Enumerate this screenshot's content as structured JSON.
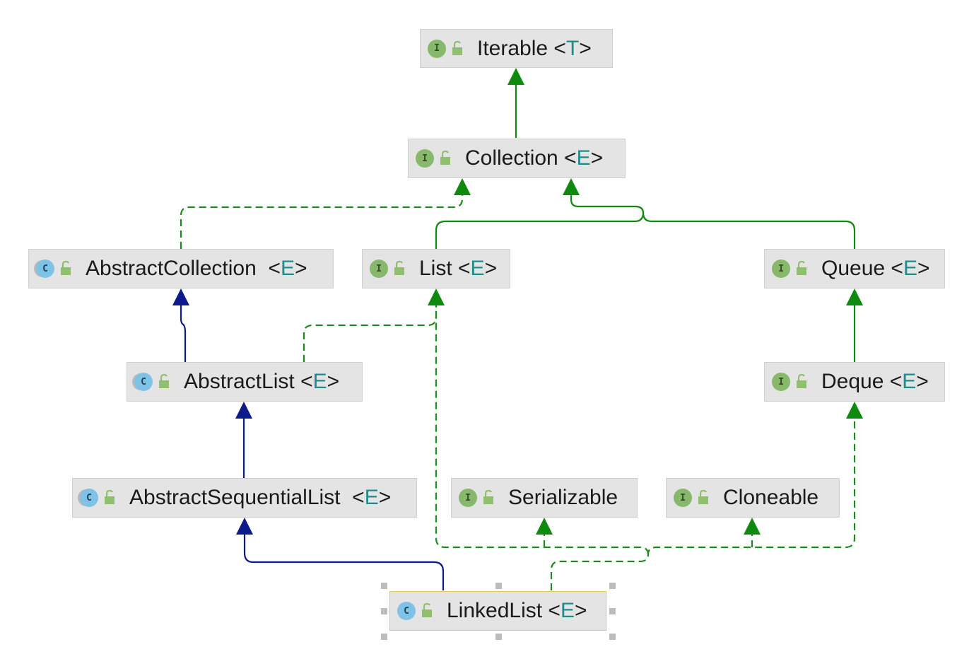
{
  "nodes": {
    "iterable": {
      "kind": "I",
      "name": "Iterable",
      "param": "T"
    },
    "collection": {
      "kind": "I",
      "name": "Collection",
      "param": "E"
    },
    "abstract_collection": {
      "kind": "C",
      "name": "AbstractCollection",
      "param": "E"
    },
    "list": {
      "kind": "I",
      "name": "List",
      "param": "E"
    },
    "queue": {
      "kind": "I",
      "name": "Queue",
      "param": "E"
    },
    "abstract_list": {
      "kind": "C",
      "name": "AbstractList",
      "param": "E"
    },
    "deque": {
      "kind": "I",
      "name": "Deque",
      "param": "E"
    },
    "abstract_sequential_list": {
      "kind": "C",
      "name": "AbstractSequentialList",
      "param": "E"
    },
    "serializable": {
      "kind": "I",
      "name": "Serializable",
      "param": ""
    },
    "cloneable": {
      "kind": "I",
      "name": "Cloneable",
      "param": ""
    },
    "linked_list": {
      "kind": "C",
      "name": "LinkedList",
      "param": "E"
    }
  },
  "colors": {
    "implements_edge": "#1e8a1e",
    "extends_class_edge": "#0d1b8a",
    "extends_iface_edge": "#0f8a0f",
    "type_param": "#1f8c8c",
    "selection_border": "#e6c75a"
  }
}
